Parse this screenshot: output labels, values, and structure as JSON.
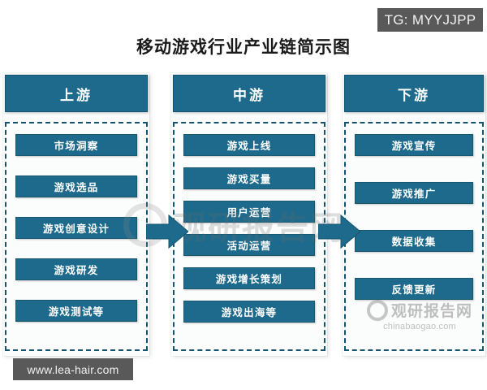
{
  "overlay": {
    "tg_badge": "TG: MYYJJPP",
    "site_badge": "www.lea-hair.com"
  },
  "title": "移动游戏行业产业链简示图",
  "columns": [
    {
      "key": "upstream",
      "header": "上游",
      "items": [
        "市场洞察",
        "游戏选品",
        "游戏创意设计",
        "游戏研发",
        "游戏测试等"
      ]
    },
    {
      "key": "midstream",
      "header": "中游",
      "items": [
        "游戏上线",
        "游戏买量",
        "用户运营",
        "活动运营",
        "游戏增长策划",
        "游戏出海等"
      ]
    },
    {
      "key": "downstream",
      "header": "下游",
      "items": [
        "游戏宣传",
        "游戏推广",
        "数据收集",
        "反馈更新"
      ]
    }
  ],
  "arrows": [
    {
      "name": "upstream-to-midstream",
      "direction": "right"
    },
    {
      "name": "midstream-to-downstream",
      "direction": "right"
    }
  ],
  "watermarks": {
    "center_text": "观研报告网",
    "corner_text": "观研报告网",
    "corner_url": "chinabaogao.com"
  },
  "colors": {
    "box_fill": "#1d6a8c",
    "box_border": "#15546f",
    "dashed_border": "#16536d",
    "badge_bg": "#595959",
    "page_bg": "#ffffff"
  }
}
